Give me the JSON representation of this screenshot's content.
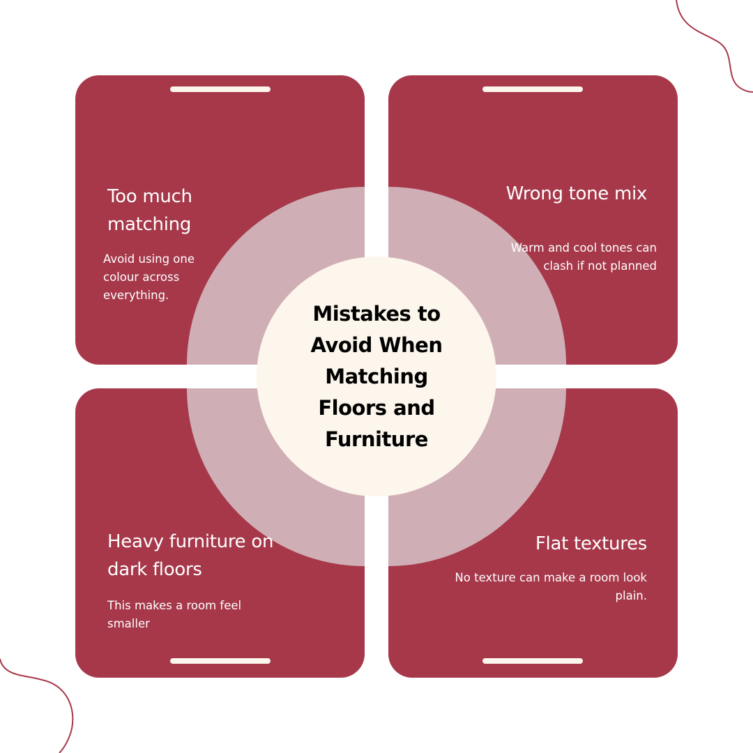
{
  "colors": {
    "card": "#a6384a",
    "ring": "#cfafb5",
    "center": "#fdf6ec",
    "bar": "#fdf6ec",
    "line": "#a6384a"
  },
  "center": {
    "title": "Mistakes to Avoid When Matching Floors and Furniture"
  },
  "cards": [
    {
      "heading": "Too much matching",
      "description": "Avoid using one colour across everything."
    },
    {
      "heading": "Wrong tone mix",
      "description": "Warm and cool tones can clash if not planned"
    },
    {
      "heading": "Heavy furniture on dark floors",
      "description": "This makes a room feel smaller"
    },
    {
      "heading": "Flat textures",
      "description": "No texture can make a room look plain."
    }
  ]
}
